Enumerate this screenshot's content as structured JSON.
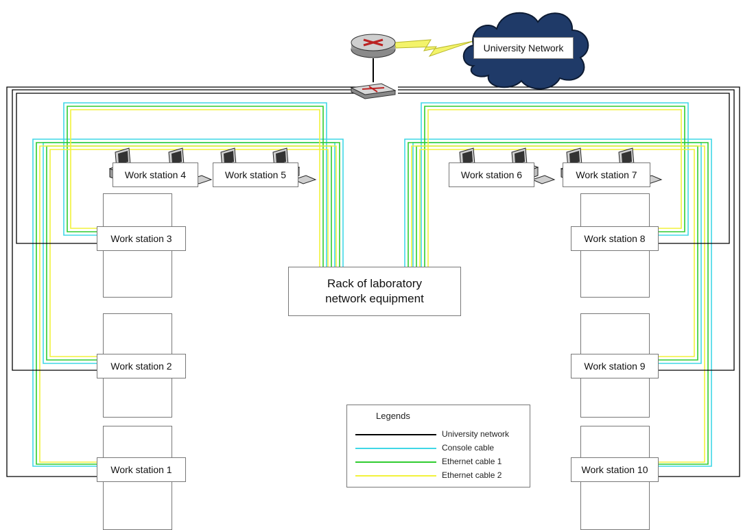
{
  "colors": {
    "university": "#000000",
    "console": "#3fd7e6",
    "ethernet1": "#2ecc2e",
    "ethernet2": "#f2f23a"
  },
  "cloud": {
    "label": "University Network"
  },
  "rack": {
    "label": "Rack of laboratory network equipment"
  },
  "workstations": [
    {
      "id": 1,
      "label": "Work station 1"
    },
    {
      "id": 2,
      "label": "Work station 2"
    },
    {
      "id": 3,
      "label": "Work station 3"
    },
    {
      "id": 4,
      "label": "Work station 4"
    },
    {
      "id": 5,
      "label": "Work station 5"
    },
    {
      "id": 6,
      "label": "Work station 6"
    },
    {
      "id": 7,
      "label": "Work station 7"
    },
    {
      "id": 8,
      "label": "Work station 8"
    },
    {
      "id": 9,
      "label": "Work station 9"
    },
    {
      "id": 10,
      "label": "Work station 10"
    }
  ],
  "legend": {
    "title": "Legends",
    "items": [
      {
        "label": "University network",
        "color": "#000000"
      },
      {
        "label": "Console cable",
        "color": "#3fd7e6"
      },
      {
        "label": "Ethernet cable 1",
        "color": "#2ecc2e"
      },
      {
        "label": "Ethernet cable 2",
        "color": "#f2f23a"
      }
    ]
  },
  "icons": [
    "router-icon",
    "switch-icon",
    "cloud-icon",
    "computer-icon",
    "lightning-link-icon"
  ]
}
